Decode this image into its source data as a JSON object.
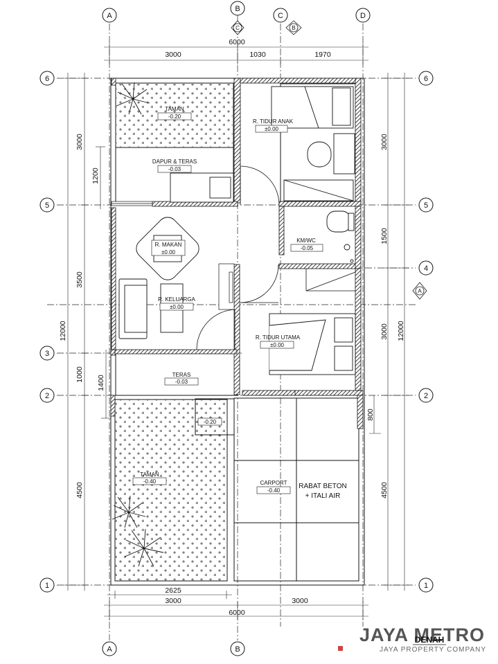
{
  "grid": {
    "columns": [
      "A",
      "B",
      "C",
      "D"
    ],
    "rows": [
      "6",
      "5",
      "4",
      "3",
      "2",
      "1"
    ],
    "section_marks": [
      "C",
      "B",
      "A"
    ]
  },
  "dimensions": {
    "top_total": "6000",
    "top_segments": [
      "3000",
      "1030",
      "1970"
    ],
    "bottom_sub": "2625",
    "bottom_segments": [
      "3000",
      "3000"
    ],
    "bottom_total": "6000",
    "left_total": "12000",
    "left_segments": [
      "3000",
      "3500",
      "1000",
      "4500"
    ],
    "left_inner": [
      "1200",
      "1400"
    ],
    "right_total": "12000",
    "right_segments": [
      "3000",
      "1500",
      "3000",
      "4500"
    ],
    "right_inner": [
      "800"
    ]
  },
  "rooms": [
    {
      "name": "TAMAN",
      "level": "-0.20"
    },
    {
      "name": "DAPUR & TERAS",
      "level": "-0.03"
    },
    {
      "name": "R. TIDUR ANAK",
      "level": "±0.00"
    },
    {
      "name": "R. MAKAN",
      "level": "±0.00"
    },
    {
      "name": "KM/WC",
      "level": "-0.05"
    },
    {
      "name": "R. KELUARGA",
      "level": "±0.00"
    },
    {
      "name": "R. TIDUR UTAMA",
      "level": "±0.00"
    },
    {
      "name": "TERAS",
      "level": "-0.03"
    },
    {
      "name": "",
      "level": "-0.20"
    },
    {
      "name": "TAMAN",
      "level": "-0.40"
    },
    {
      "name": "CARPORT",
      "level": "-0.40"
    }
  ],
  "notes": [
    "RABAT BETON",
    "+ ITALI AIR"
  ],
  "watermark": {
    "brand": "JAYA METRO",
    "tagline": "JAYA PROPERTY COMPANY"
  },
  "plan_title": "DENAH"
}
